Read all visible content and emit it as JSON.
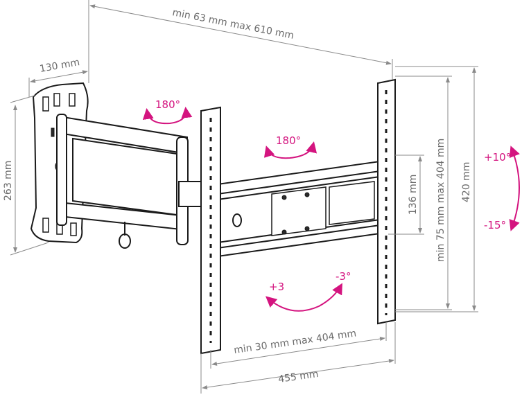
{
  "dimensions": {
    "arm_extension": "min 63 mm max 610 mm",
    "wall_plate_width": "130 mm",
    "wall_plate_height": "263 mm",
    "vesa_vertical_small": "136 mm",
    "vesa_vertical": "min 75 mm max 404 mm",
    "bracket_height": "420 mm",
    "vesa_horizontal": "min 30 mm max 404 mm",
    "bracket_width": "455 mm"
  },
  "rotations": {
    "arm_swivel": "180°",
    "head_swivel": "180°",
    "tilt_up": "+10°",
    "tilt_down": "-15°",
    "level_plus": "+3",
    "level_minus": "-3°"
  },
  "colors": {
    "accent": "#d4147f",
    "dimension": "#8a8a8a"
  }
}
